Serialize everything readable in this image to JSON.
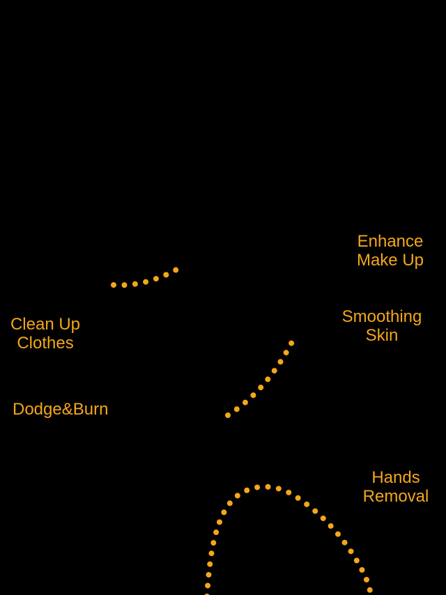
{
  "canvas": {
    "background": "#000000",
    "accent": "#F3A71B"
  },
  "labels": [
    {
      "name": "enhance-make-up",
      "lines": [
        "Enhance",
        "Make Up"
      ]
    },
    {
      "name": "smoothing-skin",
      "lines": [
        "Smoothing",
        "Skin"
      ]
    },
    {
      "name": "clean-up-clothes",
      "lines": [
        "Clean Up",
        "Clothes"
      ]
    },
    {
      "name": "dodge-and-burn",
      "lines": [
        "Dodge&Burn"
      ]
    },
    {
      "name": "hands-removal",
      "lines": [
        "Hands",
        "Removal"
      ]
    }
  ],
  "arcs": [
    {
      "name": "clean-up-clothes-arc"
    },
    {
      "name": "smoothing-skin-arc"
    },
    {
      "name": "hands-removal-arc"
    }
  ]
}
